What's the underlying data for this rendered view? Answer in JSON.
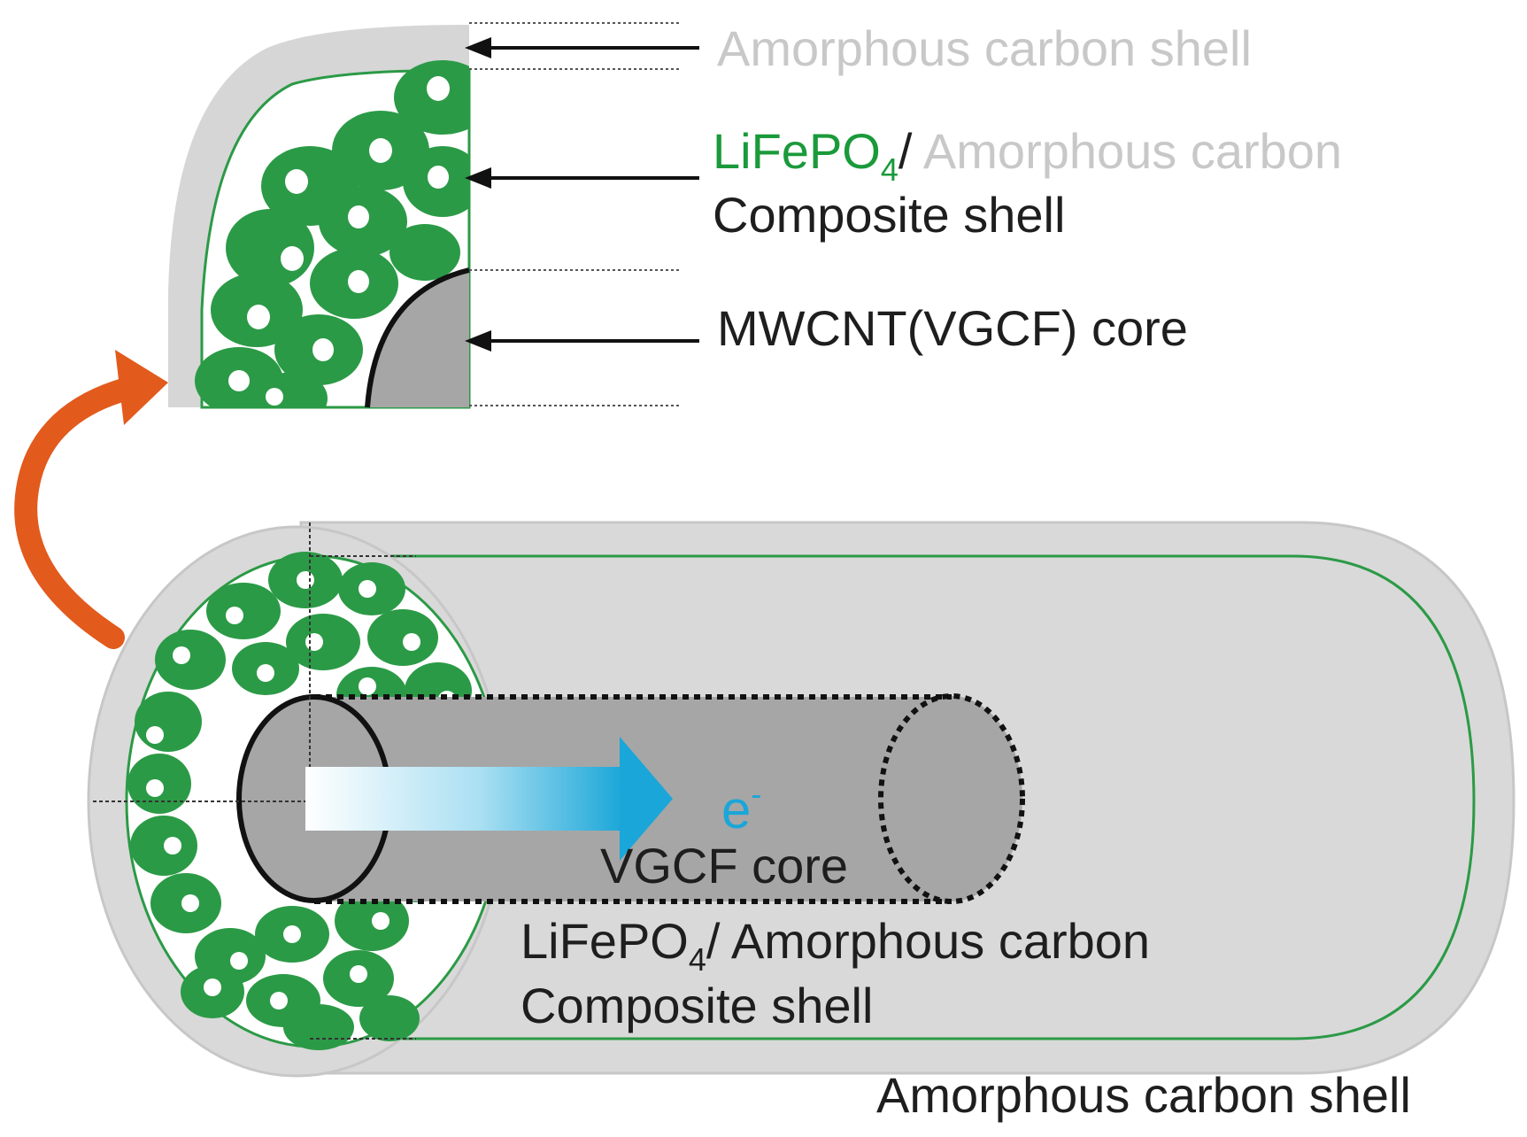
{
  "top_inset": {
    "label_amorphous_shell": "Amorphous carbon shell",
    "label_composite_part1": "LiFePO",
    "label_composite_sub": "4",
    "label_composite_slash": "/",
    "label_composite_part2": " Amorphous carbon",
    "label_composite_line2": "Composite shell",
    "label_core": "MWCNT(VGCF) core"
  },
  "bottom_cylinder": {
    "electron_symbol": "e",
    "electron_superscript": "-",
    "label_core": "VGCF core",
    "label_composite_part1": "LiFePO",
    "label_composite_sub": "4",
    "label_composite_part2": "/ Amorphous carbon",
    "label_composite_line2": "Composite shell",
    "label_outer_shell": "Amorphous carbon shell"
  },
  "colors": {
    "particle_green": "#2b9a46",
    "carbon_gray": "#d6d6d6",
    "core_gray": "#a6a6a6",
    "arrow_orange": "#e25a1c",
    "electron_blue": "#1aa6d8"
  }
}
